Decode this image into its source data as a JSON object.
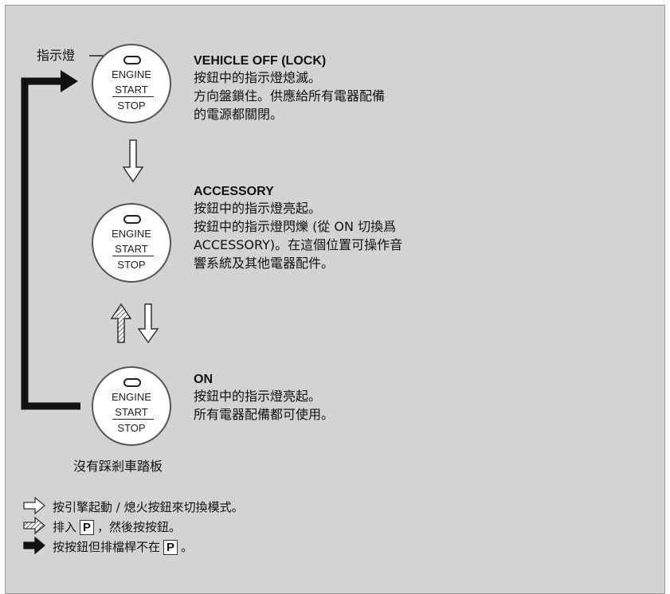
{
  "indicator_label": "指示燈",
  "button": {
    "line1": "ENGINE",
    "line2": "START",
    "line3": "STOP"
  },
  "states": {
    "off": {
      "title": "VEHICLE OFF (LOCK)",
      "lines": [
        "按鈕中的指示燈熄滅。",
        "方向盤鎖住。供應給所有電器配備",
        "的電源都關閉。"
      ]
    },
    "accessory": {
      "title": "ACCESSORY",
      "lines": [
        "按鈕中的指示燈亮起。",
        "按鈕中的指示燈閃爍 (從 ON 切換爲",
        "ACCESSORY)。在這個位置可操作音",
        "響系統及其他電器配件。"
      ]
    },
    "on": {
      "title": "ON",
      "lines": [
        "按鈕中的指示燈亮起。",
        "所有電器配備都可使用。"
      ]
    }
  },
  "no_brake_label": "沒有踩剎車踏板",
  "legend": {
    "white_arrow": "按引擎起動 / 熄火按鈕來切換模式。",
    "hatched_arrow_pre": "排入",
    "hatched_arrow_post": "，然後按按鈕。",
    "black_arrow_pre": "按按鈕但排檔桿不在",
    "black_arrow_post": "。",
    "gear": "P"
  }
}
